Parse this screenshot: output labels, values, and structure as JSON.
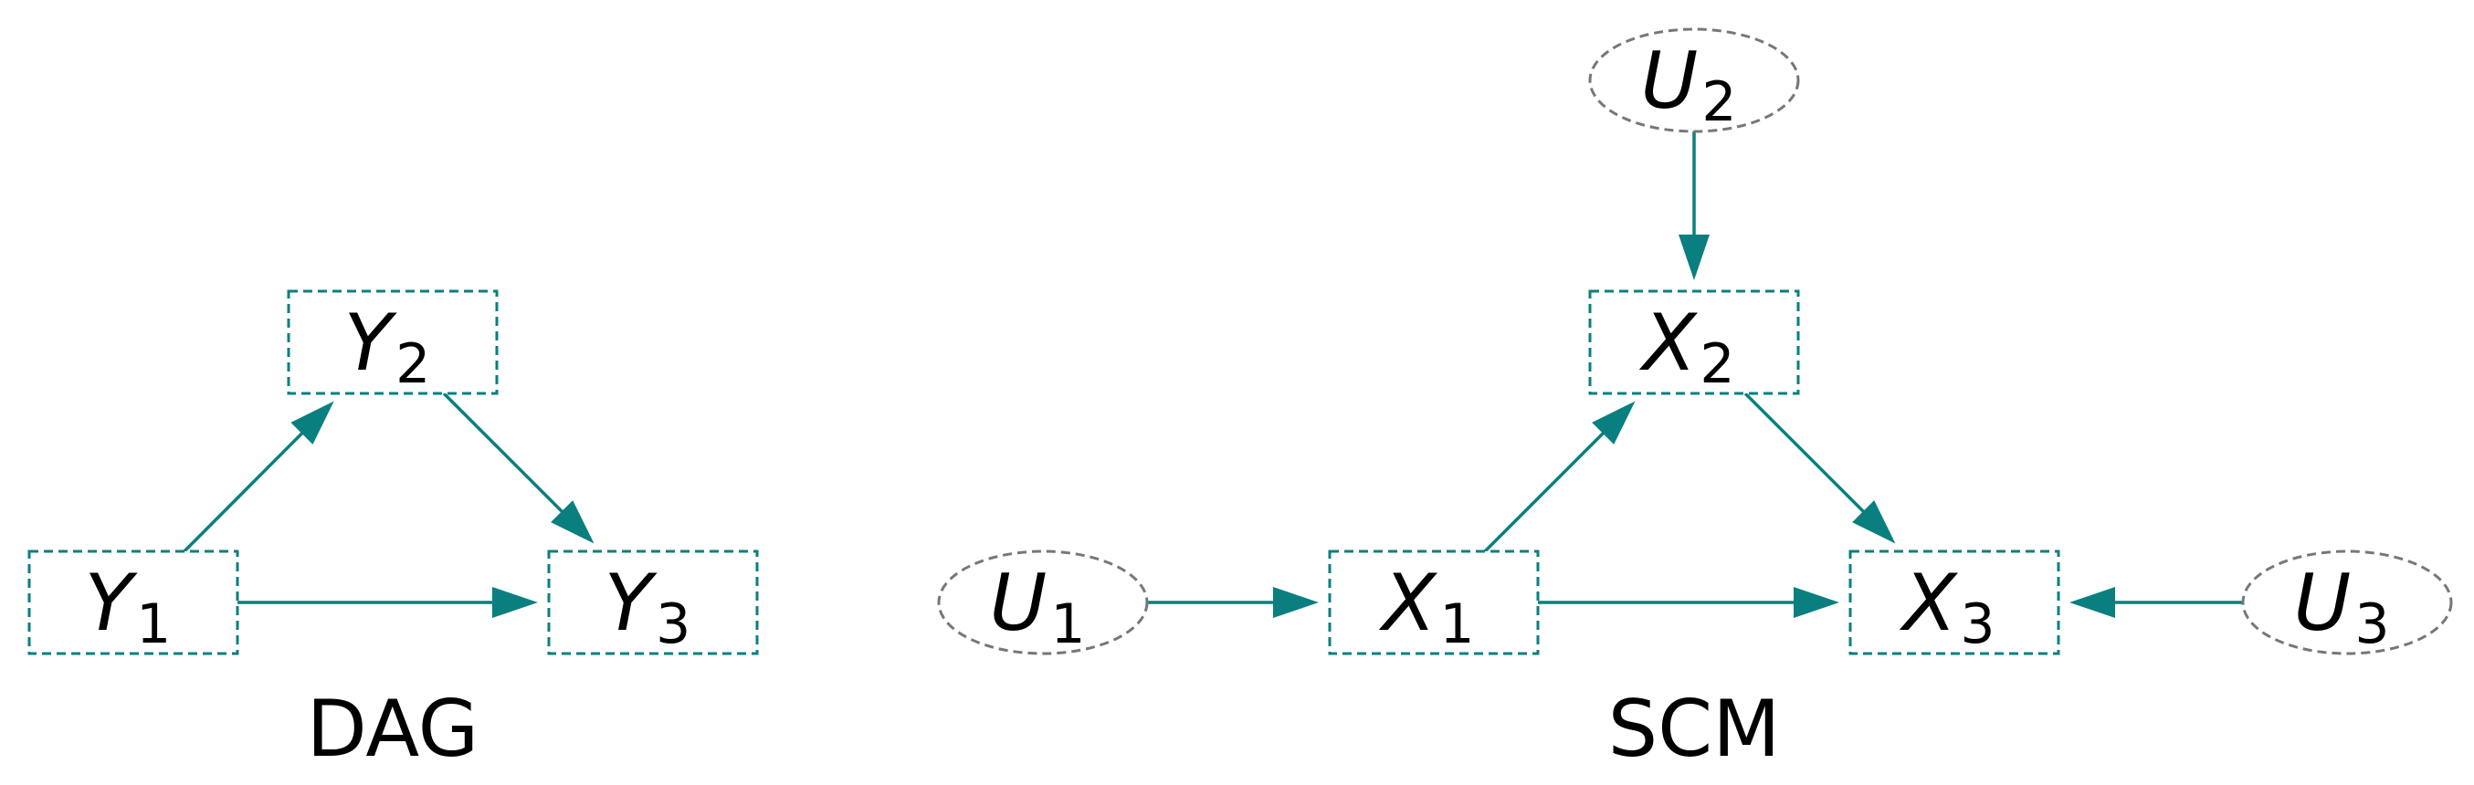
{
  "colors": {
    "observed": "#0a7f7f",
    "exogenous": "#777777",
    "text": "#000000",
    "background": "#ffffff"
  },
  "panels": [
    {
      "label": "DAG",
      "nodes": [
        {
          "id": "Y1",
          "base": "Y",
          "sub": "1",
          "kind": "observed"
        },
        {
          "id": "Y2",
          "base": "Y",
          "sub": "2",
          "kind": "observed"
        },
        {
          "id": "Y3",
          "base": "Y",
          "sub": "3",
          "kind": "observed"
        }
      ],
      "edges": [
        {
          "from": "Y1",
          "to": "Y2"
        },
        {
          "from": "Y2",
          "to": "Y3"
        },
        {
          "from": "Y1",
          "to": "Y3"
        }
      ]
    },
    {
      "label": "SCM",
      "nodes": [
        {
          "id": "U2",
          "base": "U",
          "sub": "2",
          "kind": "exogenous"
        },
        {
          "id": "X2",
          "base": "X",
          "sub": "2",
          "kind": "observed"
        },
        {
          "id": "U1",
          "base": "U",
          "sub": "1",
          "kind": "exogenous"
        },
        {
          "id": "X1",
          "base": "X",
          "sub": "1",
          "kind": "observed"
        },
        {
          "id": "X3",
          "base": "X",
          "sub": "3",
          "kind": "observed"
        },
        {
          "id": "U3",
          "base": "U",
          "sub": "3",
          "kind": "exogenous"
        }
      ],
      "edges": [
        {
          "from": "U2",
          "to": "X2"
        },
        {
          "from": "X1",
          "to": "X2"
        },
        {
          "from": "X2",
          "to": "X3"
        },
        {
          "from": "U1",
          "to": "X1"
        },
        {
          "from": "X1",
          "to": "X3"
        },
        {
          "from": "U3",
          "to": "X3"
        }
      ]
    }
  ]
}
